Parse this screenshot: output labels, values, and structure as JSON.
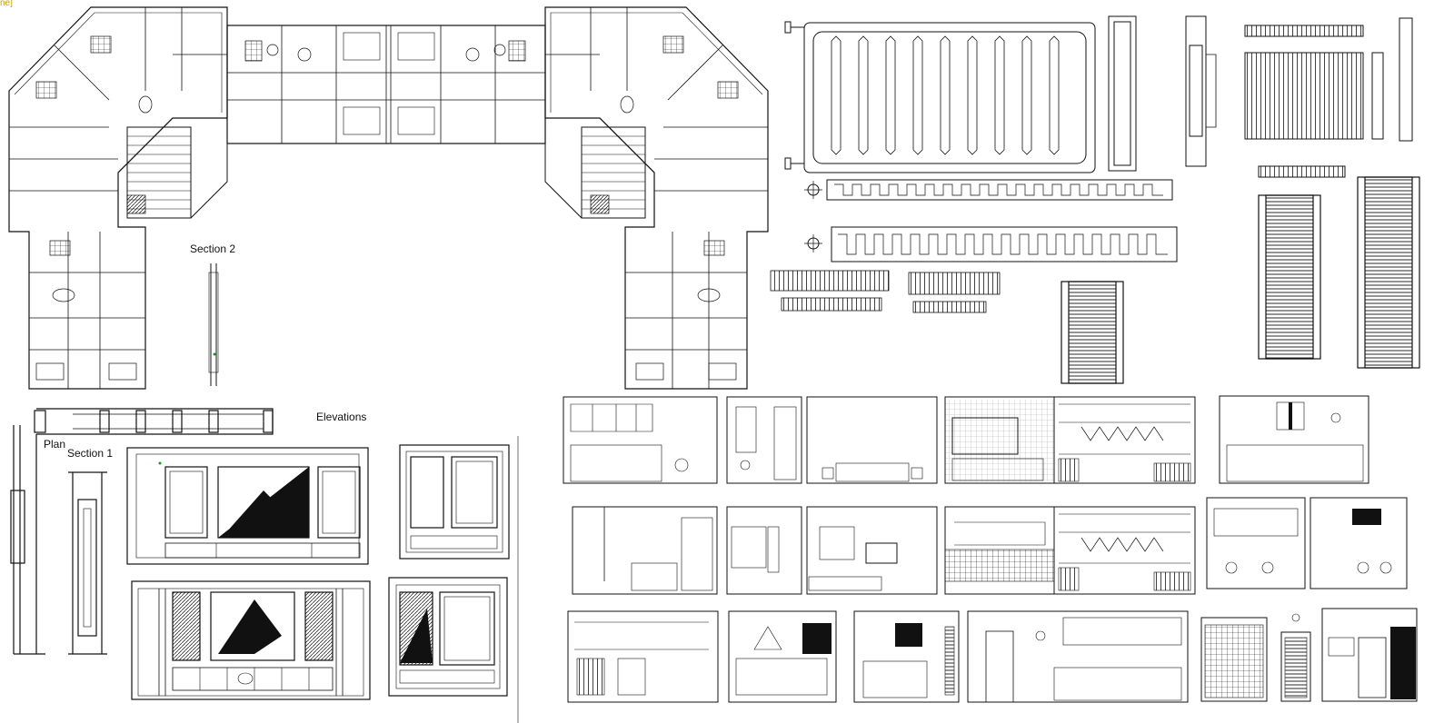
{
  "corner_text": "ne]",
  "labels": {
    "section2": "Section 2",
    "elevations": "Elevations",
    "plan": "Plan",
    "section1": "Section 1"
  },
  "colors": {
    "line": "#111111",
    "accent": "#1a9a1a",
    "marker": "#c8a000",
    "background": "#ffffff"
  }
}
